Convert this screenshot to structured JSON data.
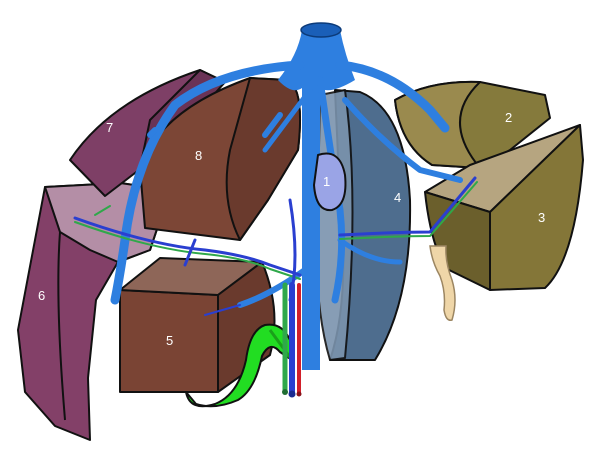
{
  "segments": [
    {
      "id": "1",
      "label": "1"
    },
    {
      "id": "2",
      "label": "2"
    },
    {
      "id": "3",
      "label": "3"
    },
    {
      "id": "4",
      "label": "4"
    },
    {
      "id": "5",
      "label": "5"
    },
    {
      "id": "6",
      "label": "6"
    },
    {
      "id": "7",
      "label": "7"
    },
    {
      "id": "8",
      "label": "8"
    }
  ],
  "colors": {
    "hepatic_vein": "#2e7fe0",
    "portal_vein": "#2a3fd0",
    "hepatic_artery": "#d21f2a",
    "bile_duct": "#2fa84a",
    "gallbladder": "#22dd22",
    "ligament": "#efd6a8",
    "segment_1": "#9aa4e6",
    "segment_2_3": "#857a3c",
    "segment_4": "#4e6d8e",
    "segment_5_8": "#7a4434",
    "segment_6_7": "#7d3a63"
  }
}
